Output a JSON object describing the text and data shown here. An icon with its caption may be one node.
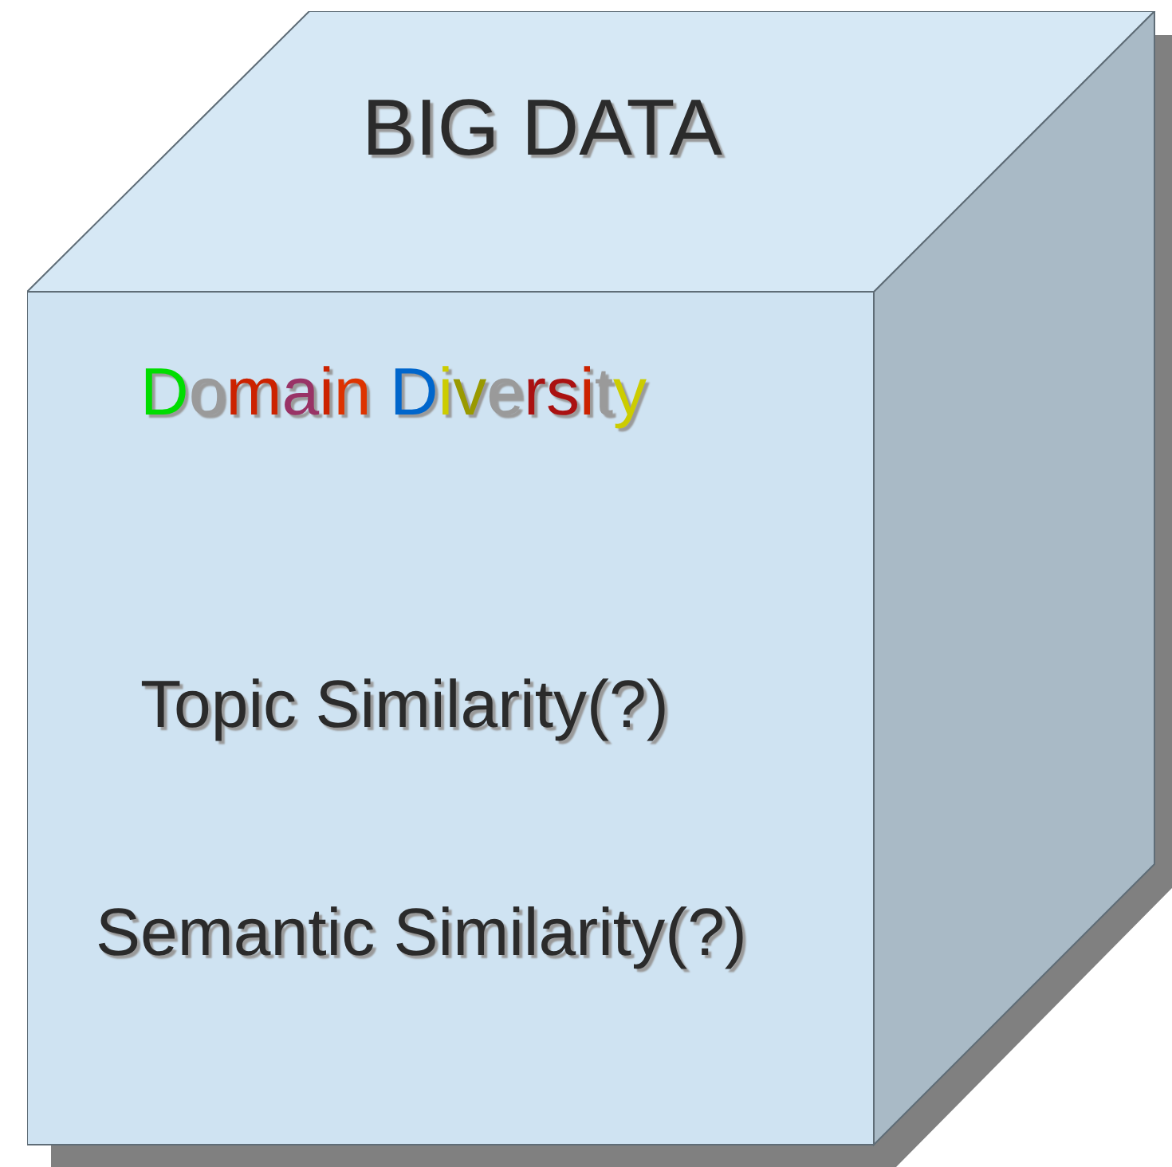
{
  "diagram": {
    "nodes": [
      {
        "text": [
          "BIG DATA",
          "Domain Diversity",
          "Topic Similarity(?)",
          "Semantic Similarity(?)"
        ]
      }
    ]
  }
}
